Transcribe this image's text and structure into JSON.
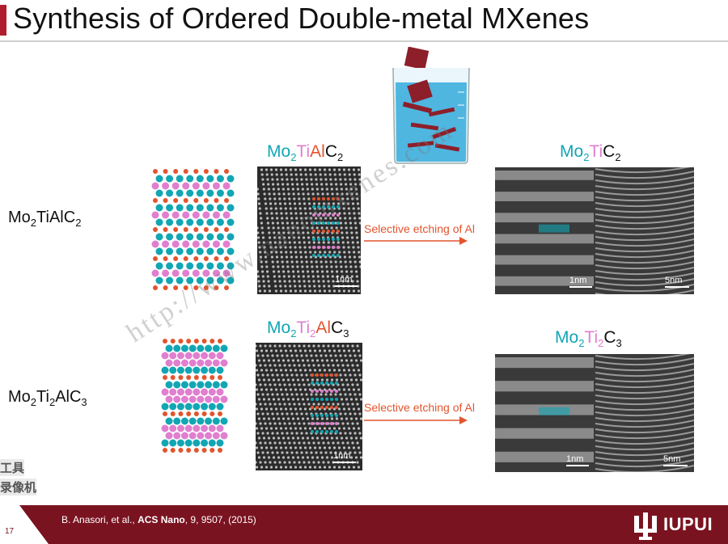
{
  "title": "Synthesis of Ordered Double-metal MXenes",
  "rows": [
    {
      "formula_parts": [
        "Mo",
        "2",
        "TiAlC",
        "2"
      ],
      "max_label_parts": [
        {
          "t": "Mo",
          "cls": "mo"
        },
        {
          "s": "2",
          "cls": "mo"
        },
        {
          "t": "Ti",
          "cls": "ti"
        },
        {
          "t": "Al",
          "cls": "al"
        },
        {
          "t": "C",
          "cls": "c"
        },
        {
          "s": "2",
          "cls": "c"
        }
      ],
      "mxene_label_parts": [
        {
          "t": "Mo",
          "cls": "mo"
        },
        {
          "s": "2",
          "cls": "mo"
        },
        {
          "t": "Ti",
          "cls": "ti"
        },
        {
          "t": "C",
          "cls": "c"
        },
        {
          "s": "2",
          "cls": "c"
        }
      ],
      "arrow_label": "Selective etching of Al",
      "scale_stem": "1nm",
      "scale_mx_left": "1nm",
      "scale_mx_right": "5nm"
    },
    {
      "formula_parts": [
        "Mo",
        "2",
        "Ti",
        "2",
        "AlC",
        "3"
      ],
      "max_label_parts": [
        {
          "t": "Mo",
          "cls": "mo"
        },
        {
          "s": "2",
          "cls": "mo"
        },
        {
          "t": "Ti",
          "cls": "ti"
        },
        {
          "s": "2",
          "cls": "ti"
        },
        {
          "t": "Al",
          "cls": "al"
        },
        {
          "t": "C",
          "cls": "c"
        },
        {
          "s": "3",
          "cls": "c"
        }
      ],
      "mxene_label_parts": [
        {
          "t": "Mo",
          "cls": "mo"
        },
        {
          "s": "2",
          "cls": "mo"
        },
        {
          "t": "Ti",
          "cls": "ti"
        },
        {
          "s": "2",
          "cls": "ti"
        },
        {
          "t": "C",
          "cls": "c"
        },
        {
          "s": "3",
          "cls": "c"
        }
      ],
      "arrow_label": "Selective etching of Al",
      "scale_stem": "1nm",
      "scale_mx_left": "1nm",
      "scale_mx_right": "5nm"
    }
  ],
  "watermark": "http://www.nanomxenes.com",
  "footer": {
    "slide_number": "17",
    "citation_authors": "B. Anasori, et al., ",
    "citation_journal": "ACS Nano",
    "citation_rest": ", 9, 9507, (2015)",
    "logo_text": "IUPUI"
  },
  "overlay_tool_text": [
    "工具",
    "录像机"
  ],
  "colors": {
    "mo": "#12a6b4",
    "ti": "#e07fcf",
    "al": "#e2552e",
    "footer": "#7a1320",
    "accent": "#b01e2e"
  }
}
